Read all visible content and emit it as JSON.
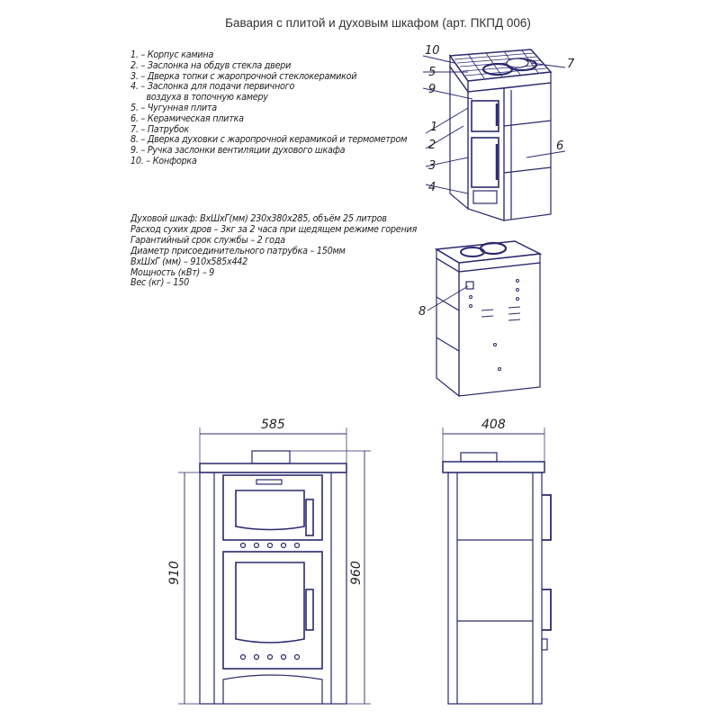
{
  "title": "Бавария с плитой и духовым шкафом (арт. ПКПД 006)",
  "parts": [
    {
      "num": "1.",
      "text": "– Корпус камина"
    },
    {
      "num": "2.",
      "text": "– Заслонка на обдув стекла двери"
    },
    {
      "num": "3.",
      "text": "– Дверка топки с жаропрочной стеклокерамикой"
    },
    {
      "num": "4.",
      "text": "– Заслонка для подачи первичного"
    },
    {
      "num": "",
      "text": "воздуха в топочную камеру"
    },
    {
      "num": "5.",
      "text": "– Чугунная плита"
    },
    {
      "num": "6.",
      "text": "– Керамическая плитка"
    },
    {
      "num": "7.",
      "text": "– Патрубок"
    },
    {
      "num": "8.",
      "text": "– Дверка духовки с жаропрочной керамикой и термометром"
    },
    {
      "num": "9.",
      "text": "– Ручка заслонки вентиляции духового шкафа"
    },
    {
      "num": "10.",
      "text": "– Конфорка"
    }
  ],
  "specs": [
    "Духовой шкаф: ВхШхГ(мм) 230х380х285, объём 25 литров",
    "Расход сухих дров – 3кг за 2 часа при щедящем режиме горения",
    "Гарантийный срок службы – 2 года",
    "Диаметр присоединительного патрубка – 150мм",
    "ВхШхГ (мм) – 910х585х442",
    "Мощность (кВт) – 9",
    "Вес (кг) – 150"
  ],
  "callouts": {
    "c10": "10",
    "c5": "5",
    "c9": "9",
    "c1": "1",
    "c2": "2",
    "c3": "3",
    "c4": "4",
    "c7": "7",
    "c6": "6",
    "c8": "8"
  },
  "dimensions": {
    "width": "585",
    "depth": "408",
    "height_body": "910",
    "height_total": "960"
  },
  "colors": {
    "line": "#2a2a6e",
    "text": "#222222"
  }
}
